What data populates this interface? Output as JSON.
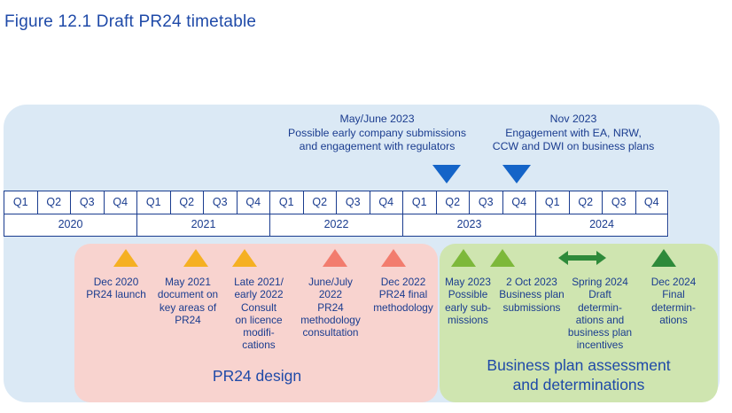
{
  "title": "Figure 12.1 Draft PR24 timetable",
  "quarters": [
    "Q1",
    "Q2",
    "Q3",
    "Q4",
    "Q1",
    "Q2",
    "Q3",
    "Q4",
    "Q1",
    "Q2",
    "Q3",
    "Q4",
    "Q1",
    "Q2",
    "Q3",
    "Q4",
    "Q1",
    "Q2",
    "Q3",
    "Q4"
  ],
  "years": [
    "2020",
    "2021",
    "2022",
    "2023",
    "2024"
  ],
  "top_notes": {
    "note1": "May/June 2023\nPossible early company submissions\nand engagement with regulators",
    "note2": "Nov 2023\nEngagement with EA, NRW,\nCCW and DWI on business plans"
  },
  "pink_milestones": [
    {
      "text": "Dec 2020\nPR24 launch",
      "color": "#f5b022"
    },
    {
      "text": "May 2021\ndocument on\nkey areas of\nPR24",
      "color": "#f5b022"
    },
    {
      "text": "Late 2021/\nearly 2022\nConsult\non licence\nmodifi-\ncations",
      "color": "#f5b022"
    },
    {
      "text": "June/July\n2022\nPR24\nmethodology\nconsultation",
      "color": "#f27c6e"
    },
    {
      "text": "Dec 2022\nPR24 final\nmethodology",
      "color": "#f27c6e"
    }
  ],
  "green_milestones": [
    {
      "text": "May 2023\nPossible\nearly sub-\nmissions",
      "color": "#7db83a"
    },
    {
      "text": "2 Oct 2023\nBusiness plan\nsubmissions",
      "color": "#7db83a"
    },
    {
      "text": "Spring 2024\nDraft\ndetermin-\nations and\nbusiness plan\nincentives",
      "color": "#2e8a3a"
    },
    {
      "text": "Dec 2024\nFinal\ndetermin-\nations",
      "color": "#2e8a3a"
    }
  ],
  "sections": {
    "pink": "PR24 design",
    "green": "Business plan assessment\nand determinations"
  },
  "colors": {
    "accent_blue": "#1464c8",
    "light_blue_bg": "#dbe9f5",
    "pink_bg": "#f8d3cf",
    "green_bg": "#cfe5b0"
  }
}
